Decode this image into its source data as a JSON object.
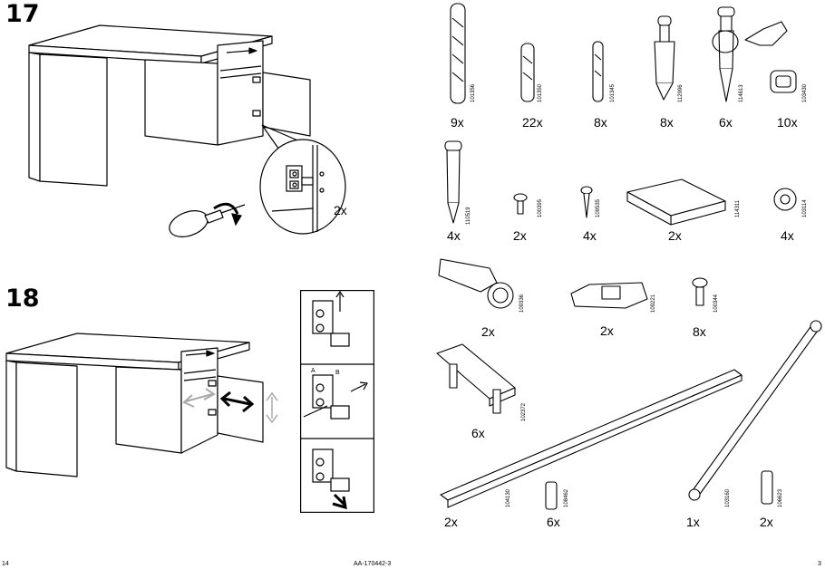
{
  "steps": [
    {
      "number": "17",
      "detail_quantity": "2x"
    },
    {
      "number": "18",
      "detail_label_a": "A",
      "detail_label_b": "B"
    }
  ],
  "parts": [
    {
      "code": "101356",
      "quantity": "9x"
    },
    {
      "code": "101350",
      "quantity": "22x"
    },
    {
      "code": "101345",
      "quantity": "8x"
    },
    {
      "code": "112996",
      "quantity": "8x"
    },
    {
      "code": "114613",
      "quantity": "6x"
    },
    {
      "code": "103430",
      "quantity": "10x"
    },
    {
      "code": "110519",
      "quantity": "4x"
    },
    {
      "code": "100395",
      "quantity": "2x"
    },
    {
      "code": "109535",
      "quantity": "4x"
    },
    {
      "code": "114311",
      "quantity": "2x"
    },
    {
      "code": "103114",
      "quantity": "4x"
    },
    {
      "code": "109336",
      "quantity": "2x"
    },
    {
      "code": "109221",
      "quantity": "2x"
    },
    {
      "code": "100344",
      "quantity": "8x"
    },
    {
      "code": "102372",
      "quantity": "6x"
    },
    {
      "code": "104130",
      "quantity": "2x"
    },
    {
      "code": "108462",
      "quantity": "6x"
    },
    {
      "code": "103160",
      "quantity": "1x"
    },
    {
      "code": "106623",
      "quantity": "2x"
    }
  ],
  "footer": {
    "left_page": "14",
    "doc_code": "AA-170442-3",
    "right_page": "3"
  }
}
